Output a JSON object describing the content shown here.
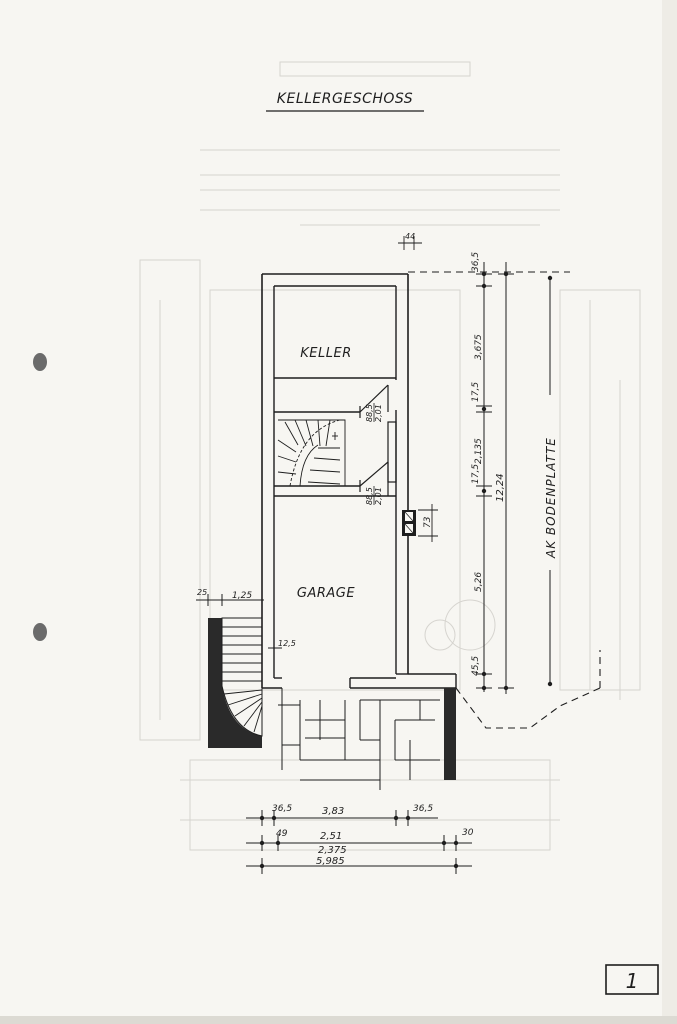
{
  "title": "KELLERGESCHOSS",
  "rooms": {
    "keller": "KELLER",
    "garage": "GARAGE"
  },
  "door_labels": [
    {
      "width": "88,5",
      "height": "2,01"
    },
    {
      "width": "88,5",
      "height": "2,01"
    }
  ],
  "vertical_dimensions": {
    "top_small": "36,5",
    "keller": "3,675",
    "wall_1": "17,5",
    "stair": "2,135",
    "wall_2": "17,5",
    "garage": "5,26",
    "bottom_small": "45,5",
    "total": "12,24",
    "plate_label": "AK BODENPLATTE",
    "chimney": "73",
    "top_wall": "44"
  },
  "side_dimensions": {
    "left_wall": "25",
    "stair_width": "1,25",
    "small": "12,5"
  },
  "horizontal_dimensions": {
    "row1_left": "36,5",
    "row1_mid": "3,83",
    "row1_right": "36,5",
    "row2_left": "49",
    "row2_mid_a": "2,51",
    "row2_mid_b": "2,375",
    "row2_right": "30",
    "row3_total": "5,985"
  },
  "page_number": "1"
}
